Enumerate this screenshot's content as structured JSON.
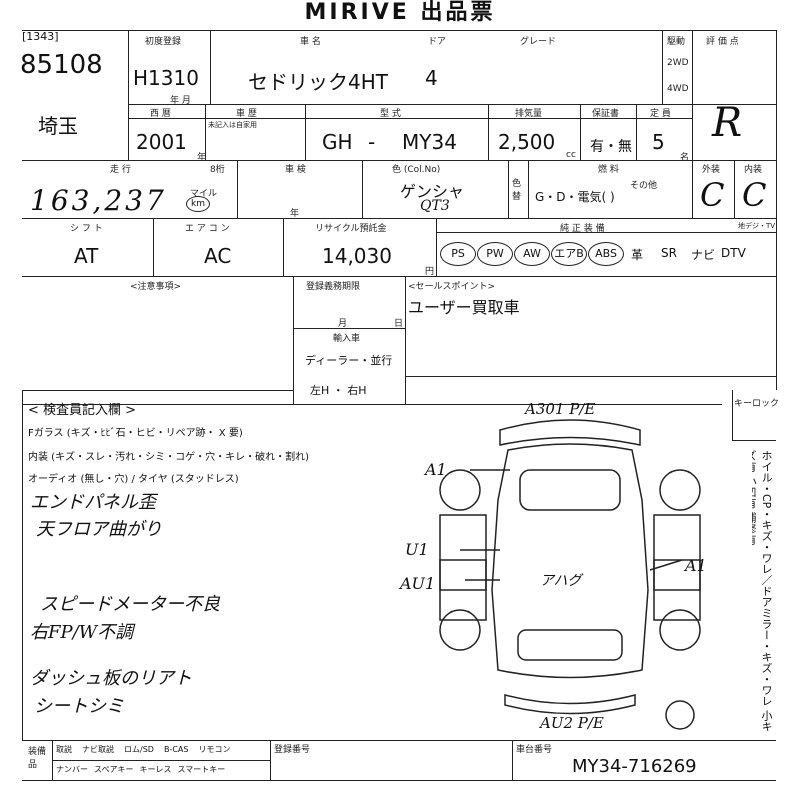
{
  "header": {
    "title": "MIRIVE 出品票"
  },
  "lot": {
    "bracket": "[1343]",
    "number": "85108",
    "region": "埼玉"
  },
  "labels": {
    "first_reg": "初度登録",
    "year_month": "年  月",
    "car_name": "車  名",
    "door": "ドア",
    "grade": "グレード",
    "drive": "駆動",
    "drive_2wd": "2WD",
    "drive_4wd": "4WD",
    "score": "評 価 点",
    "seireki": "西 暦",
    "history": "車 歴",
    "history_sub": "未記入は自家用",
    "model": "型  式",
    "displacement": "排気量",
    "warranty": "保証書",
    "capacity": "定 員",
    "mileage": "走  行",
    "meter": "8桁",
    "shaken": "車  検",
    "color": "色 (Col.No)",
    "color_change": "色替",
    "fuel": "燃  料",
    "exterior": "外装",
    "interior": "内装",
    "shift": "シ フ ト",
    "aircon": "エ ア コ ン",
    "recycle": "リサイクル預託金",
    "genuine_equip": "純 正 装 備",
    "tv": "地デジ・TV",
    "notes": "<注意事項>",
    "reg_expiry": "登録義務期限",
    "month": "月",
    "day": "日",
    "import": "輸入車",
    "sales_point": "<セールスポイント>",
    "inspector": "< 検査員記入欄 >",
    "key_lock": "キーロック",
    "cc": "cc",
    "yen": "円",
    "person": "名",
    "km_unit": "km",
    "mile_unit": "マイル",
    "year": "年",
    "reg_number": "登録番号",
    "chassis_number": "車台番号",
    "nen": "年"
  },
  "vehicle": {
    "first_reg": "H1310",
    "car_name": "セドリック4HT",
    "doors": "4",
    "seireki": "2001",
    "model_prefix": "GH",
    "model_dash": "-",
    "model": "MY34",
    "displacement": "2,500",
    "warranty": "有・無",
    "capacity": "5",
    "score": "R",
    "mileage": "163,237",
    "color": "ゲンシャ",
    "color_code": "QT3",
    "fuel": "G・D・電気(           )",
    "fuel_other": "その他",
    "exterior": "C",
    "interior": "C",
    "shift": "AT",
    "aircon": "AC",
    "recycle": "14,030",
    "sales_point": "ユーザー買取車",
    "import_dealer": "ディーラー・並行",
    "import_handle": "左H  ・  右H",
    "chassis_number": "MY34-716269"
  },
  "equipment": {
    "circled": [
      "PS",
      "PW",
      "AW",
      "エアB",
      "ABS"
    ],
    "plain": [
      "革",
      "SR",
      "ナビ",
      "DTV"
    ]
  },
  "inspector": {
    "glass": "Fガラス (キズ・ﾋﾋﾞ石・ヒビ・リペア跡・ X 要)",
    "interior": "内装 (キズ・スレ・汚れ・シミ・コゲ・穴・キレ・破れ・割れ)",
    "audio": "オーディオ (無し・穴) / タイヤ (スタッドレス)",
    "hand_notes": [
      "エンドパネル歪",
      "天フロア曲がり",
      "スピードメーター不良",
      "右FP/W不調",
      "ダッシュ板のリアト",
      "シートシミ"
    ],
    "diagram": [
      "A301 P/E",
      "A1",
      "U1",
      "AU1",
      "A1",
      "アハグ",
      "AU2 P/E"
    ]
  },
  "side_text": "ホイル・CP・キズ・ワレ／ドアミラー・キズ・ワレ 小キズ有 小凹有 補修有",
  "footer": {
    "equip_header": "装備品",
    "row1": [
      "取説",
      "ナビ取説",
      "ロム/SD",
      "B-CAS",
      "リモコン"
    ],
    "row2": [
      "ナンバー",
      "スペアキー",
      "キーレス",
      "スマートキー"
    ]
  }
}
